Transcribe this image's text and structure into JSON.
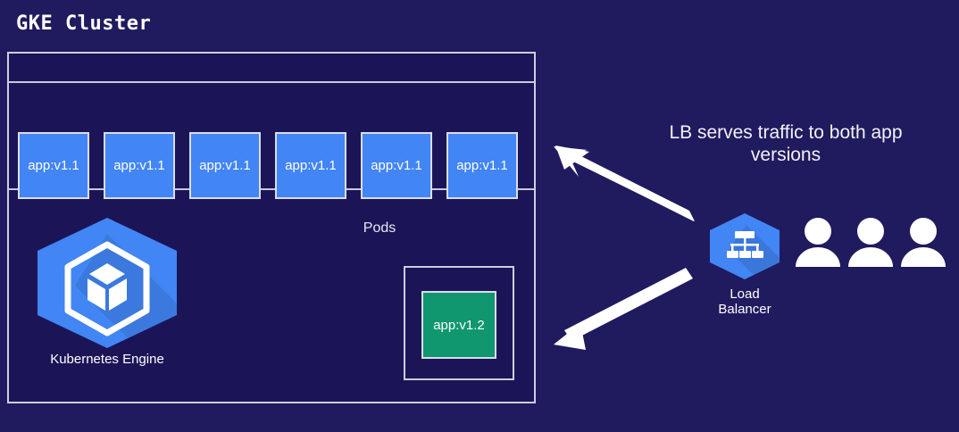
{
  "diagram": {
    "title": "GKE Cluster",
    "background_color": "#201a5e",
    "cluster": {
      "border_color": "#cfcfe0",
      "fill_color": "#1b1558",
      "pods_label": "Pods",
      "blue_pods": [
        {
          "label": "app:v1.1"
        },
        {
          "label": "app:v1.1"
        },
        {
          "label": "app:v1.1"
        },
        {
          "label": "app:v1.1"
        },
        {
          "label": "app:v1.1"
        },
        {
          "label": "app:v1.1"
        }
      ],
      "blue_pod_color": "#4285f4",
      "green_pod": {
        "label": "app:v1.2",
        "color": "#10976f"
      },
      "gke_icon": {
        "name": "kubernetes-engine-icon",
        "label": "Kubernetes Engine",
        "color": "#4285f4"
      }
    },
    "right_panel": {
      "caption_line1": "LB serves traffic to both app",
      "caption_line2": "versions",
      "load_balancer": {
        "name": "load-balancer-icon",
        "label_line1": "Load",
        "label_line2": "Balancer",
        "color": "#4285f4"
      },
      "users": {
        "name": "users-icon",
        "count": 3,
        "color": "#ffffff"
      },
      "arrows": [
        {
          "name": "arrow-to-v1-1-pods",
          "direction": "up-left"
        },
        {
          "name": "arrow-to-v1-2-pod",
          "direction": "down-left"
        }
      ],
      "arrow_color": "#ffffff"
    }
  }
}
